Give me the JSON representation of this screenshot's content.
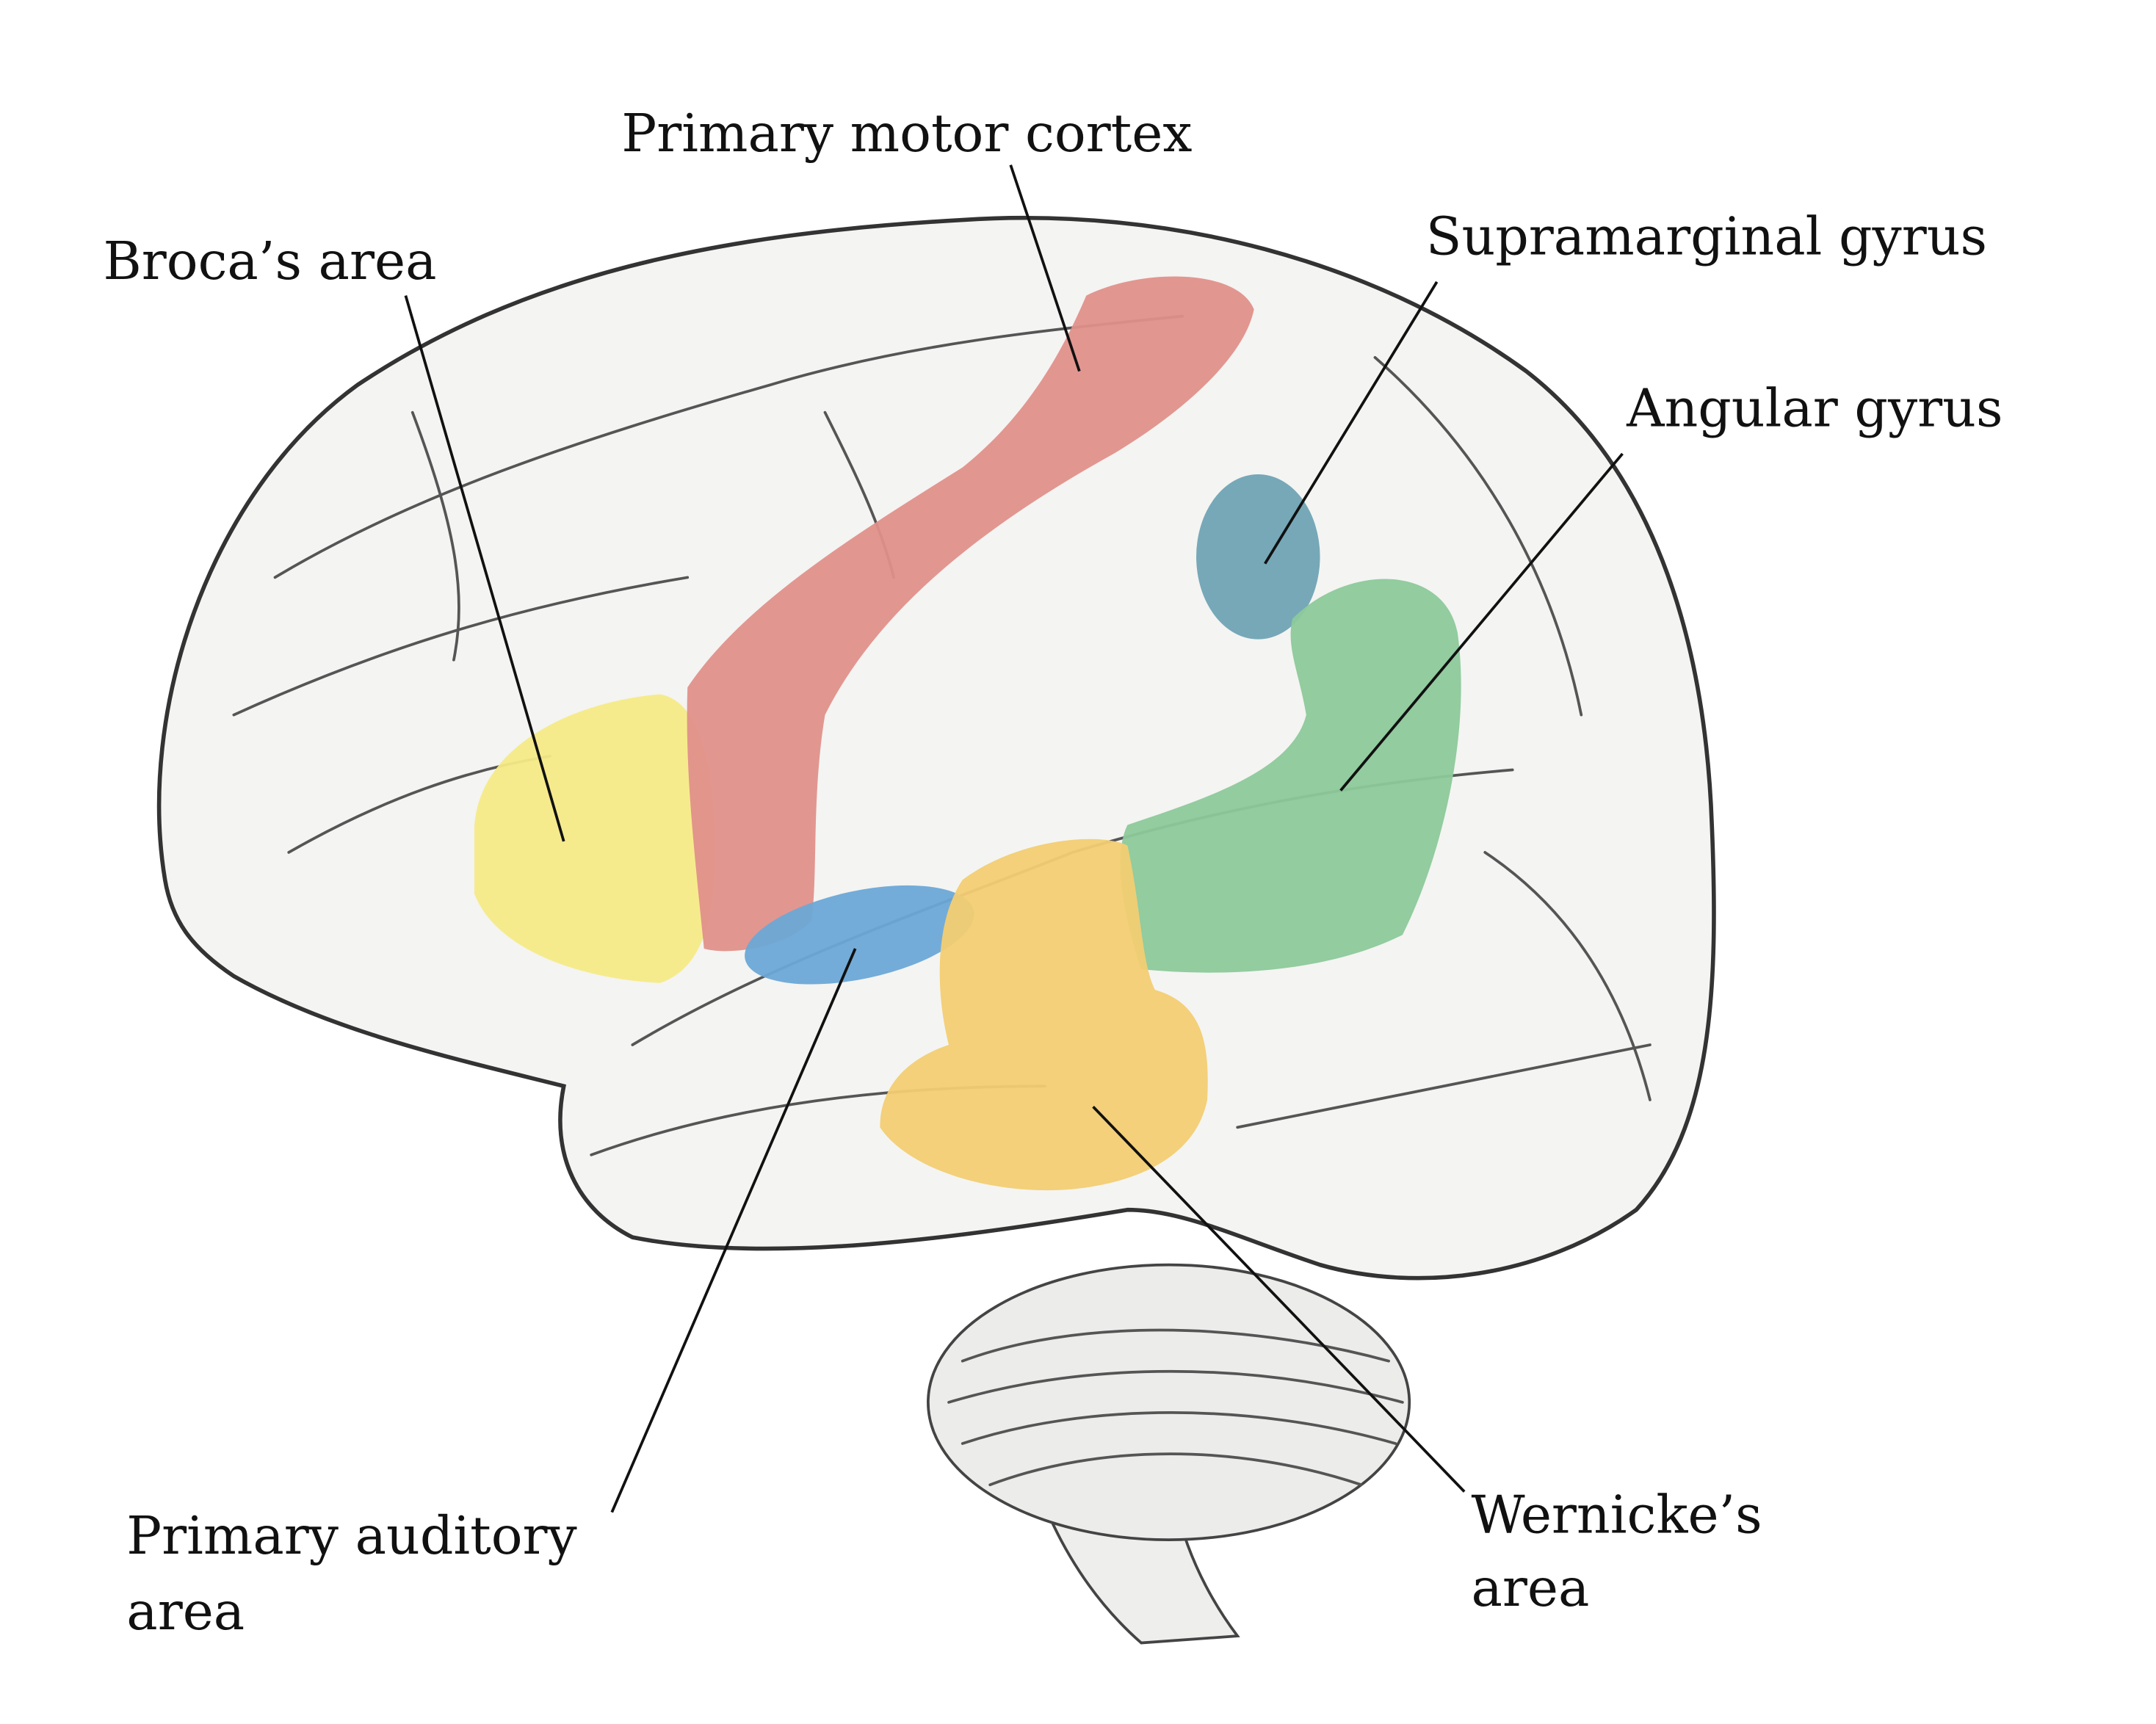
{
  "labels": {
    "primary_motor_cortex": "Primary motor cortex",
    "brocas_area": "Broca’s area",
    "supramarginal_gyrus": "Supramarginal gyrus",
    "angular_gyrus": "Angular gyrus",
    "primary_auditory_area_line1": "Primary auditory",
    "primary_auditory_area_line2": "area",
    "wernickes_area_line1": "Wernicke’s",
    "wernickes_area_line2": "area"
  },
  "colors": {
    "primary_motor_cortex": "#e0908a",
    "brocas_area": "#f5ea86",
    "supramarginal_gyrus": "#6fa3b4",
    "angular_gyrus": "#8cc99a",
    "primary_auditory_area": "#6ba8d6",
    "wernickes_area": "#f2cd72",
    "brain": "#f4f4f2"
  }
}
